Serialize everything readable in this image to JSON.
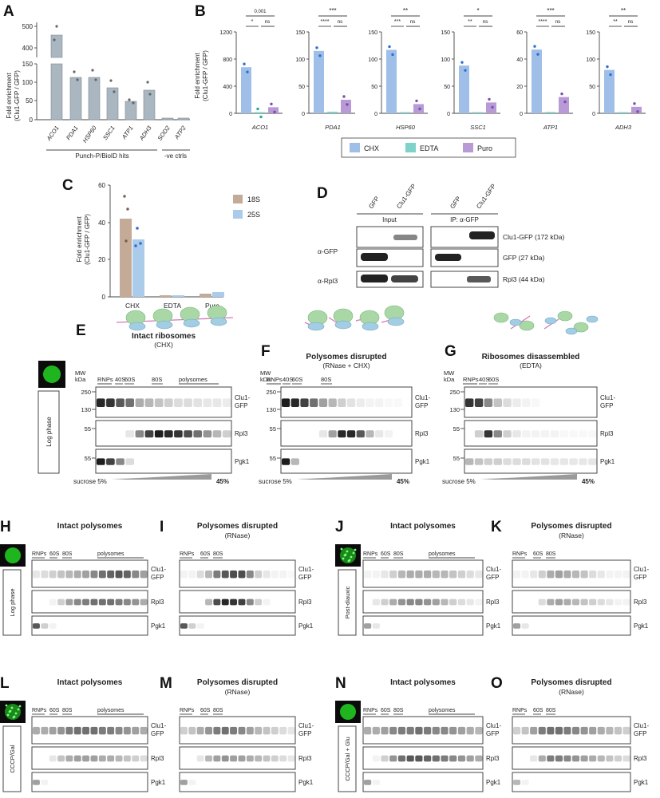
{
  "panels": {
    "A": "A",
    "B": "B",
    "C": "C",
    "D": "D",
    "E": "E",
    "F": "F",
    "G": "G",
    "H": "H",
    "I": "I",
    "J": "J",
    "K": "K",
    "L": "L",
    "M": "M",
    "N": "N",
    "O": "O"
  },
  "colors": {
    "bar_gray": "#aab7c0",
    "chx": "#9fbfe9",
    "edta": "#7fd2c9",
    "puro": "#b79ad6",
    "p18s": "#c4ab98",
    "p25s": "#aacbea",
    "ribosome_green": "#a9d8a6",
    "ribosome_blue": "#a3cde3"
  },
  "A": {
    "ylabel1": "Fold enrichment",
    "ylabel2": "(Clu1-GFP / GFP)",
    "ticks_upper": [
      "500",
      "400"
    ],
    "ticks_lower": [
      "150",
      "100",
      "50",
      "0"
    ],
    "group1": "Punch-P/BioID hits",
    "group2": "-ve ctrls"
  },
  "B": {
    "ylabel1": "Fold enrichment",
    "ylabel2": "(Clu1-GFP / GFP)",
    "legend": [
      "CHX",
      "EDTA",
      "Puro"
    ]
  },
  "C": {
    "ylabel1": "Fold enrichment",
    "ylabel2": "(Clu1-GFP / GFP)",
    "ticks": [
      "60",
      "40",
      "20",
      "0"
    ],
    "legend": [
      "18S",
      "25S"
    ]
  },
  "D": {
    "lanes": [
      "GFP",
      "Clu1-GFP",
      "GFP",
      "Clu1-GFP"
    ],
    "input": "Input",
    "ip": "IP: α-GFP",
    "ab1": "α-GFP",
    "ab2": "α-Rpl3",
    "band1": "Clu1-GFP (172 kDa)",
    "band2": "GFP (27 kDa)",
    "band3": "Rpl3 (44 kDa)"
  },
  "E": {
    "title": "Intact ribosomes",
    "subtitle": "(CHX)"
  },
  "F": {
    "title": "Polysomes disrupted",
    "subtitle": "(RNase + CHX)"
  },
  "G": {
    "title": "Ribosomes disassembled",
    "subtitle": "(EDTA)"
  },
  "fractions": {
    "mw": "MW",
    "kda": "kDa",
    "rnps": "RNPs",
    "s40": "40S",
    "s60": "60S",
    "s80": "80S",
    "poly": "polysomes",
    "mw250": "250",
    "mw130": "130",
    "mw55": "55",
    "clu1a": "Clu1-",
    "clu1b": "GFP",
    "rpl3": "Rpl3",
    "pgk1": "Pgk1",
    "sucrose": "sucrose 5%",
    "s45": "45%",
    "log_phase": "Log phase",
    "post_diauxic": "Post-diauxic",
    "cccp_gal": "CCCP/Gal",
    "cccp_gal_glu": "CCCP/Gal + Glu"
  },
  "H": {
    "title": "Intact polysomes",
    "subtitle": ""
  },
  "I": {
    "title": "Polysomes disrupted",
    "subtitle": "(RNase)"
  },
  "J": {
    "title": "Intact polysomes",
    "subtitle": ""
  },
  "K": {
    "title": "Polysomes disrupted",
    "subtitle": "(RNase)"
  },
  "L": {
    "title": "Intact polysomes",
    "subtitle": ""
  },
  "M": {
    "title": "Polysomes disrupted",
    "subtitle": "(RNase)"
  },
  "N": {
    "title": "Intact polysomes",
    "subtitle": ""
  },
  "O": {
    "title": "Polysomes disrupted",
    "subtitle": "(RNase)"
  }
}
